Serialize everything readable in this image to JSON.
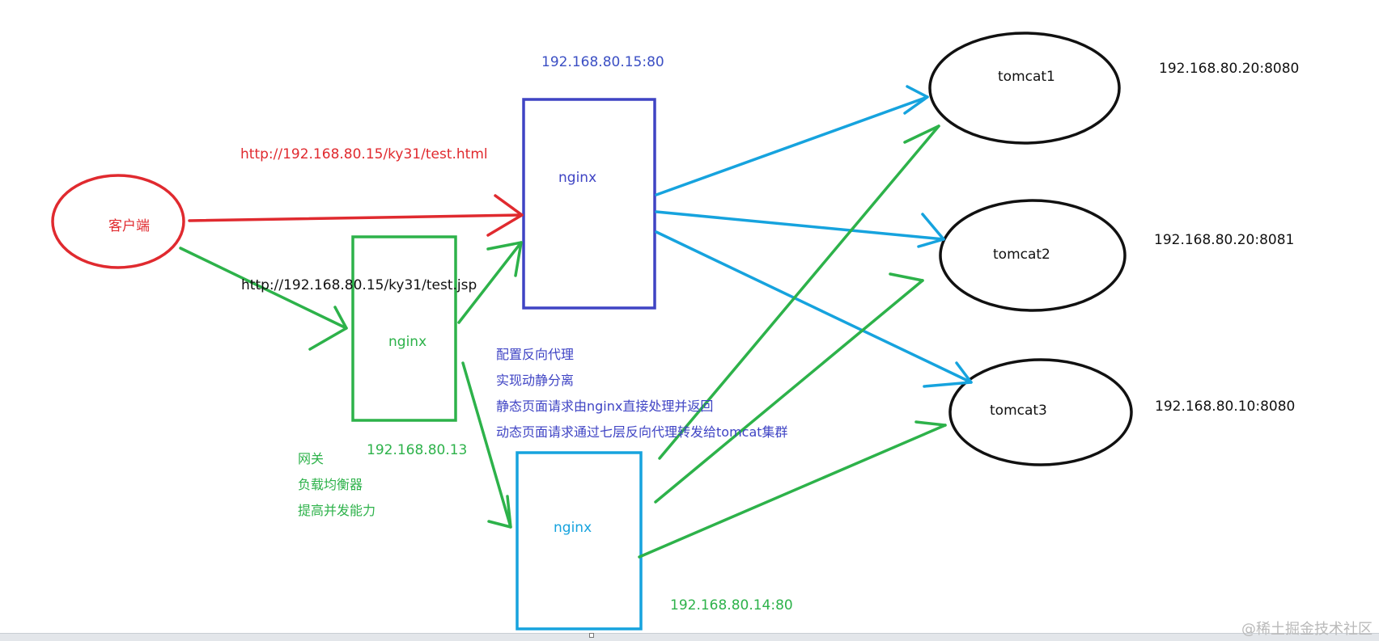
{
  "colors": {
    "red": "#e02a2f",
    "green": "#2db24a",
    "blue_dark": "#3f44c4",
    "blue_light": "#16a3de",
    "black": "#111111",
    "ip_blue": "#3b4fc4"
  },
  "client": {
    "label": "客户端"
  },
  "requests": {
    "static_url": "http://192.168.80.15/ky31/test.html",
    "dynamic_url": "http://192.168.80.15/ky31/test.jsp"
  },
  "gateway": {
    "label": "nginx",
    "ip": "192.168.80.13",
    "roles": [
      "网关",
      "负载均衡器",
      "提高并发能力"
    ]
  },
  "proxy_static": {
    "label": "nginx",
    "ip": "192.168.80.15:80",
    "notes": [
      "配置反向代理",
      "实现动静分离",
      "静态页面请求由nginx直接处理并返回",
      "动态页面请求通过七层反向代理转发给tomcat集群"
    ]
  },
  "proxy_dynamic": {
    "label": "nginx",
    "ip": "192.168.80.14:80"
  },
  "tomcats": [
    {
      "label": "tomcat1",
      "ip": "192.168.80.20:8080"
    },
    {
      "label": "tomcat2",
      "ip": "192.168.80.20:8081"
    },
    {
      "label": "tomcat3",
      "ip": "192.168.80.10:8080"
    }
  ],
  "watermark": "@稀土掘金技术社区"
}
